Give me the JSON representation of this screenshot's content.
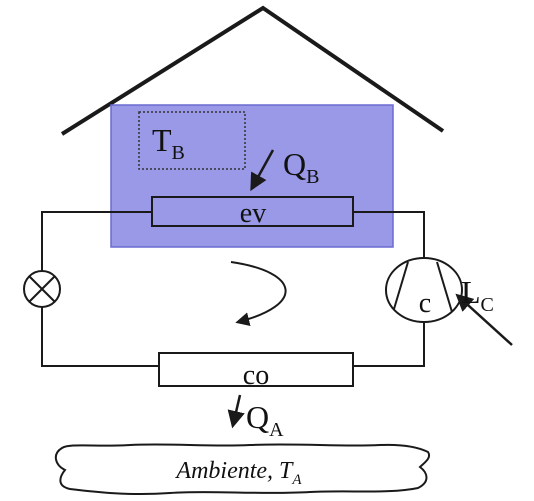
{
  "labels": {
    "room_temperature": {
      "main": "T",
      "sub": "B"
    },
    "heat_in": {
      "main": "Q",
      "sub": "B"
    },
    "evaporator": "ev",
    "compressor": "c",
    "work": {
      "main": "L",
      "sub": "C"
    },
    "condenser": "co",
    "heat_out": {
      "main": "Q",
      "sub": "A"
    },
    "ambient": {
      "main": "Ambiente, T",
      "sub": "A"
    }
  },
  "colors": {
    "cold_space_fill": "#9999e8",
    "cold_space_border": "#6a6ad0",
    "line": "#1a1a1a"
  }
}
